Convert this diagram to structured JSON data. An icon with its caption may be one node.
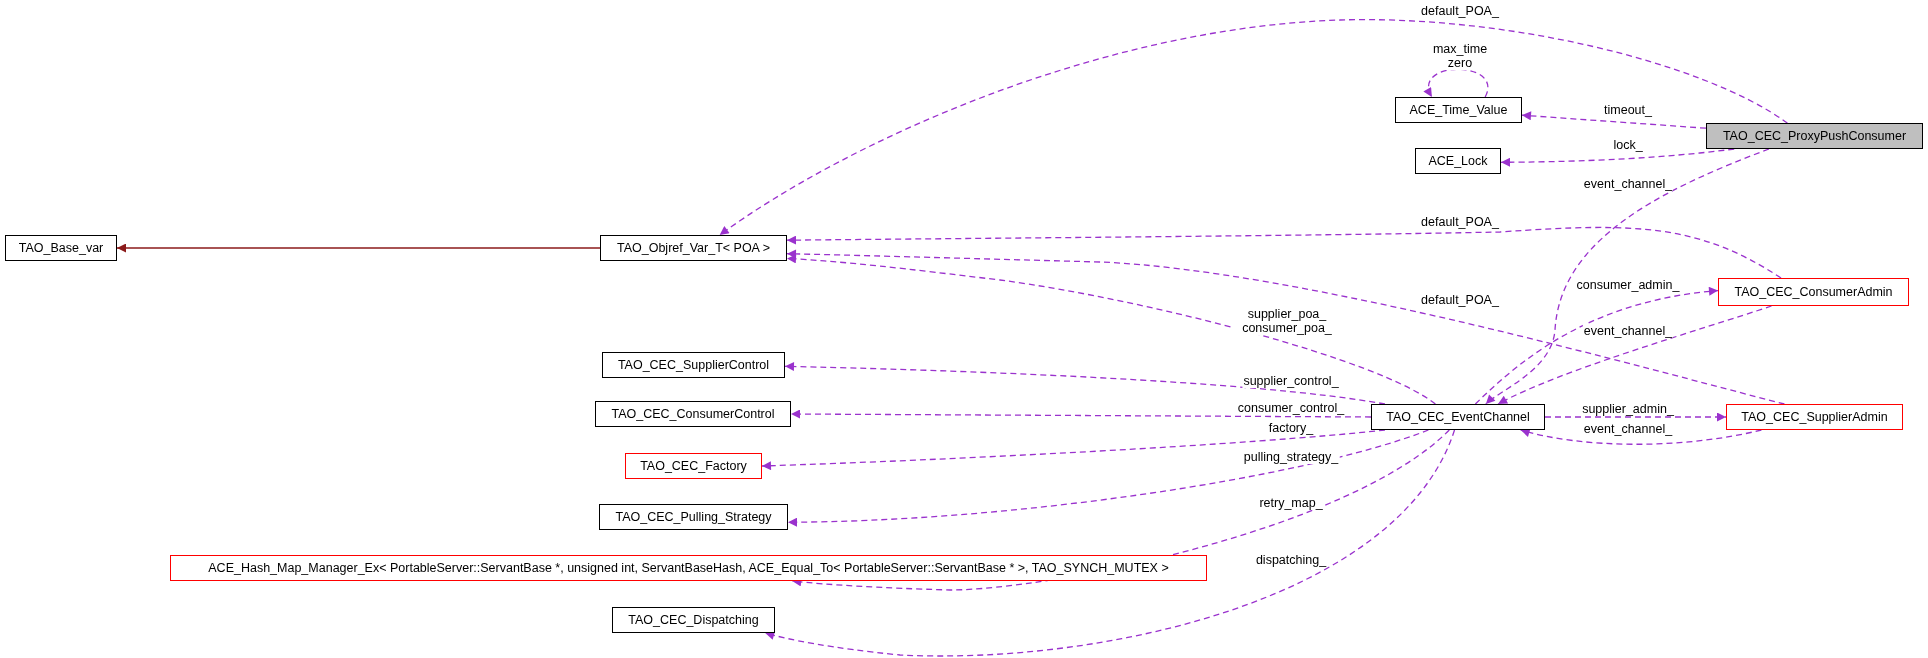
{
  "diagram": {
    "nodes": [
      {
        "text": [
          "TAO_CEC_ProxyPushConsumer"
        ]
      },
      {
        "text": [
          "ACE_Time_Value"
        ]
      },
      {
        "text": [
          "ACE_Lock"
        ]
      },
      {
        "text": [
          "TAO_Base_var"
        ]
      },
      {
        "text": [
          "TAO_Objref_Var_T< POA >"
        ]
      },
      {
        "text": [
          "TAO_CEC_ConsumerAdmin"
        ]
      },
      {
        "text": [
          "TAO_CEC_SupplierControl"
        ]
      },
      {
        "text": [
          "TAO_CEC_ConsumerControl"
        ]
      },
      {
        "text": [
          "TAO_CEC_Factory"
        ]
      },
      {
        "text": [
          "TAO_CEC_Pulling_Strategy"
        ]
      },
      {
        "text": [
          "ACE_Hash_Map_Manager_Ex< PortableServer::ServantBase *, unsigned int, ServantBaseHash, ACE_Equal_To< PortableServer::ServantBase * >, TAO_SYNCH_MUTEX >"
        ]
      },
      {
        "text": [
          "TAO_CEC_Dispatching"
        ]
      },
      {
        "text": [
          "TAO_CEC_EventChannel"
        ]
      },
      {
        "text": [
          "TAO_CEC_SupplierAdmin"
        ]
      }
    ],
    "edges": [
      {
        "from": 0,
        "to": 4,
        "arrow": "to",
        "label": "default_POA_",
        "style": "dashed"
      },
      {
        "from": 0,
        "to": 1,
        "arrow": "to",
        "label": "timeout_",
        "style": "dashed"
      },
      {
        "from": 0,
        "to": 2,
        "arrow": "to",
        "label": "lock_",
        "style": "dashed"
      },
      {
        "from": 0,
        "to": 12,
        "arrow": "to",
        "label": "event_channel_",
        "style": "dashed"
      },
      {
        "from": 1,
        "to": 1,
        "arrow": "to",
        "label": "max_time zero",
        "style": "dashed"
      },
      {
        "from": 4,
        "to": 3,
        "arrow": "to",
        "color": "#8b1a1a"
      },
      {
        "from": 5,
        "to": 4,
        "arrow": "to",
        "label": "default_POA_",
        "style": "dashed"
      },
      {
        "from": 5,
        "to": 12,
        "arrow": "to",
        "label": "event_channel_",
        "style": "dashed"
      },
      {
        "from": 12,
        "to": 5,
        "arrow": "to",
        "label": "consumer_admin_",
        "style": "dashed"
      },
      {
        "from": 13,
        "to": 4,
        "arrow": "to",
        "label": "default_POA_",
        "style": "dashed"
      },
      {
        "from": 12,
        "to": 4,
        "arrow": "to",
        "label": "supplier_poa_ consumer_poa_",
        "style": "dashed"
      },
      {
        "from": 12,
        "to": 6,
        "arrow": "to",
        "label": "supplier_control_",
        "style": "dashed"
      },
      {
        "from": 12,
        "to": 7,
        "arrow": "to",
        "label": "consumer_control_",
        "style": "dashed"
      },
      {
        "from": 12,
        "to": 8,
        "arrow": "to",
        "label": "factory_",
        "style": "dashed"
      },
      {
        "from": 12,
        "to": 9,
        "arrow": "to",
        "label": "pulling_strategy_",
        "style": "dashed"
      },
      {
        "from": 12,
        "to": 10,
        "arrow": "to",
        "label": "retry_map_",
        "style": "dashed"
      },
      {
        "from": 12,
        "to": 11,
        "arrow": "to",
        "label": "dispatching_",
        "style": "dashed"
      },
      {
        "from": 12,
        "to": 13,
        "arrow": "to",
        "label": "supplier_admin_",
        "style": "dashed"
      },
      {
        "from": 13,
        "to": 12,
        "arrow": "to",
        "label": "event_channel_",
        "style": "dashed"
      }
    ]
  }
}
